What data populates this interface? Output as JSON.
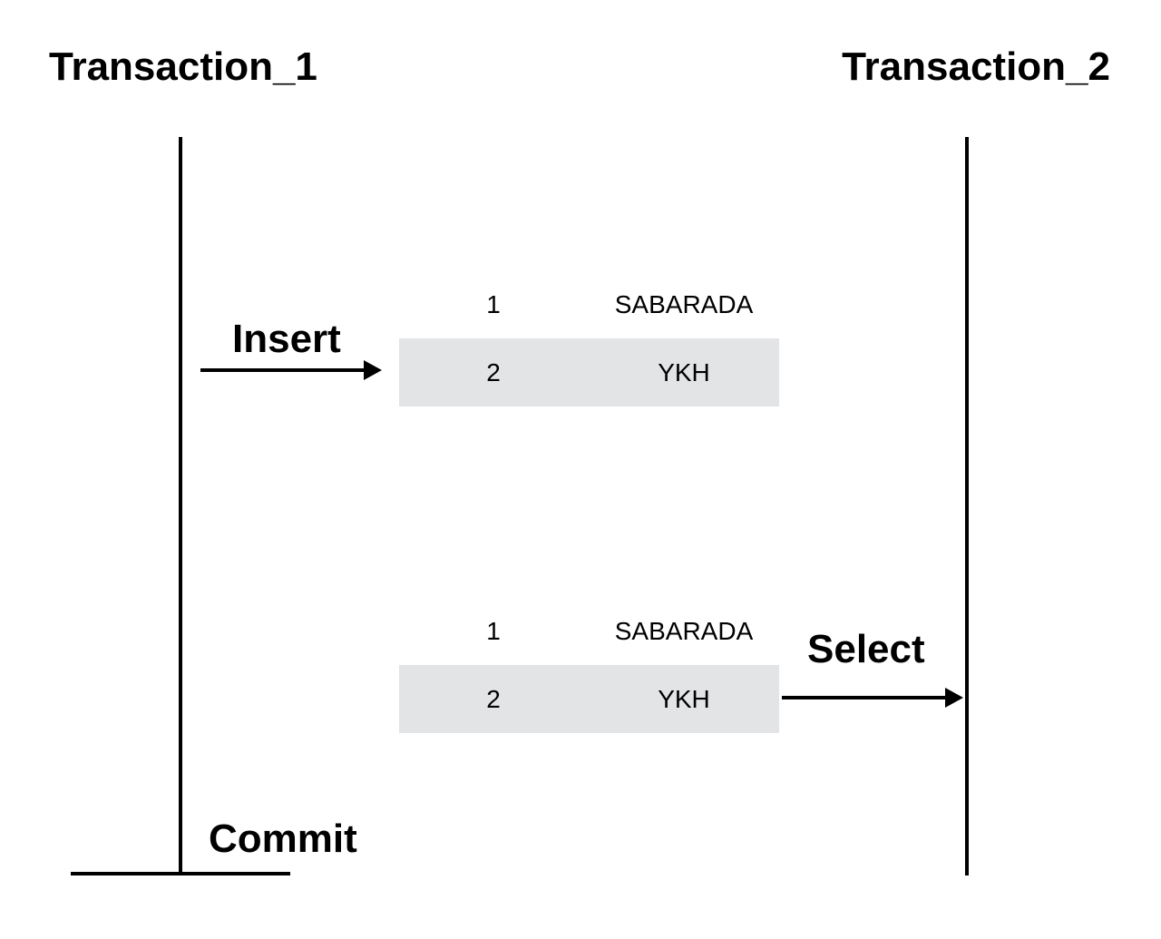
{
  "transactions": {
    "t1_title": "Transaction_1",
    "t2_title": "Transaction_2"
  },
  "actions": {
    "insert": "Insert",
    "select": "Select",
    "commit": "Commit"
  },
  "tables": {
    "insert_table": {
      "rows": [
        {
          "id": "1",
          "name": "SABARADA"
        },
        {
          "id": "2",
          "name": "YKH"
        }
      ]
    },
    "select_table": {
      "rows": [
        {
          "id": "1",
          "name": "SABARADA"
        },
        {
          "id": "2",
          "name": "YKH"
        }
      ]
    }
  },
  "colors": {
    "highlight_row": "#e3e4e6",
    "line": "#000000"
  }
}
